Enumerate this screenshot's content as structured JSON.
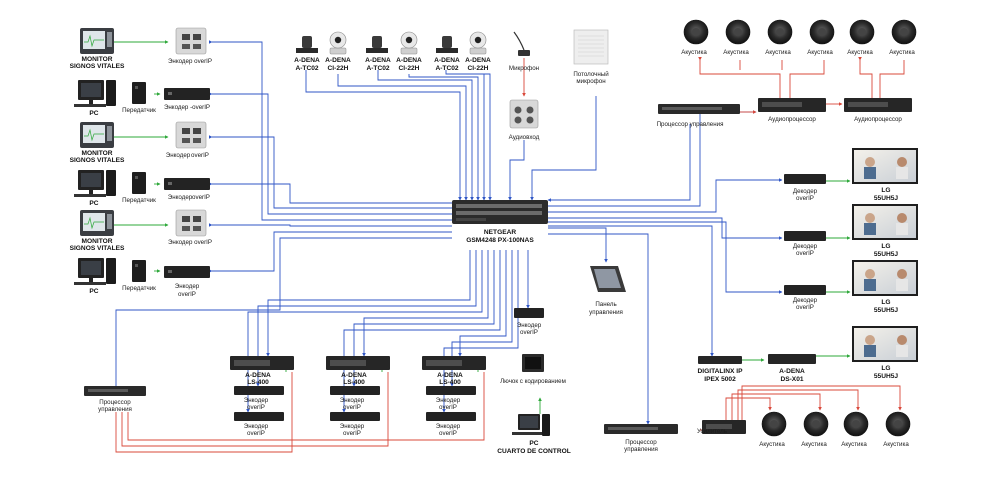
{
  "colors": {
    "network": "#2f56c6",
    "audio": "#d9483a",
    "video": "#2ea83a",
    "device": "#2b2b2b"
  },
  "left_column": {
    "monitor_label": "MONITOR",
    "monitor_sub": "SIGNOS VITALES",
    "pc_label": "PC",
    "transmitter_label": "Передатчик",
    "encoder_overip": "Энкодер overIP",
    "encoder_overip_short": "Энкодер -overIP",
    "encoder_label": "Энкодер",
    "overip_label": "overIP"
  },
  "cameras": {
    "model_a": "A-DENA",
    "model_a_sub": "A-TC02",
    "model_b": "A-DENA",
    "model_b_sub": "CI-22H"
  },
  "center": {
    "microphone": "Микрофон",
    "ceiling_mic": "Потолочный",
    "ceiling_mic_sub": "микрофон",
    "audio_input": "Аудиовход",
    "switch_brand": "NETGEAR",
    "switch_model": "GSM4248 PX-100NAS",
    "panel": "Панель",
    "panel_sub": "управления",
    "encoder": "Энкодер",
    "encoder_sub": "overIP",
    "keyboard": "Лючок с кодированием",
    "pc": "PC",
    "pc_sub": "CUARTO DE CONTROL"
  },
  "control_processor": {
    "line1": "Процессор",
    "line2": "управления",
    "inline": "Процессор управления"
  },
  "ls400": {
    "brand": "A-DENA",
    "model": "LS-400",
    "encoder": "Энкодер",
    "encoder_sub": "overIP"
  },
  "right_column": {
    "speaker": "Акустика",
    "audio_processor": "Аудиопроцессор",
    "decoder": "Декодер",
    "decoder_sub": "overIP",
    "display_brand": "LG",
    "display_model": "55UH5J",
    "digitalinx": "DIGITALINX IP",
    "digitalinx_sub": "IPEX 5002",
    "ds_brand": "A-DENA",
    "ds_model": "DS-X01",
    "amplifier": "Усилитель"
  }
}
